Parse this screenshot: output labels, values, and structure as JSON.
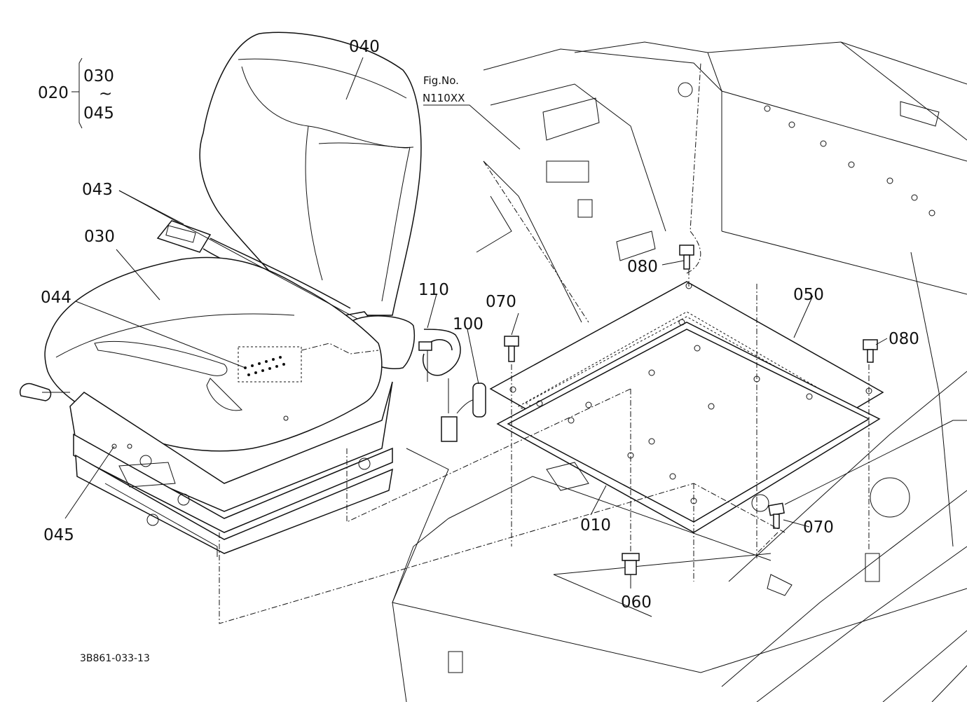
{
  "diagram": {
    "drawing_code": "3B861-033-13",
    "figure_ref": {
      "line1": "Fig.No.",
      "line2": "N110XX"
    },
    "assembly_bracket": {
      "parent": "020",
      "range_start": "030",
      "range_sep": "~",
      "range_end": "045"
    },
    "part_labels": {
      "p040": "040",
      "p043": "043",
      "p030": "030",
      "p044": "044",
      "p045": "045",
      "p110": "110",
      "p100": "100",
      "p070a": "070",
      "p070b": "070",
      "p080a": "080",
      "p080b": "080",
      "p050": "050",
      "p010": "010",
      "p060": "060"
    }
  }
}
